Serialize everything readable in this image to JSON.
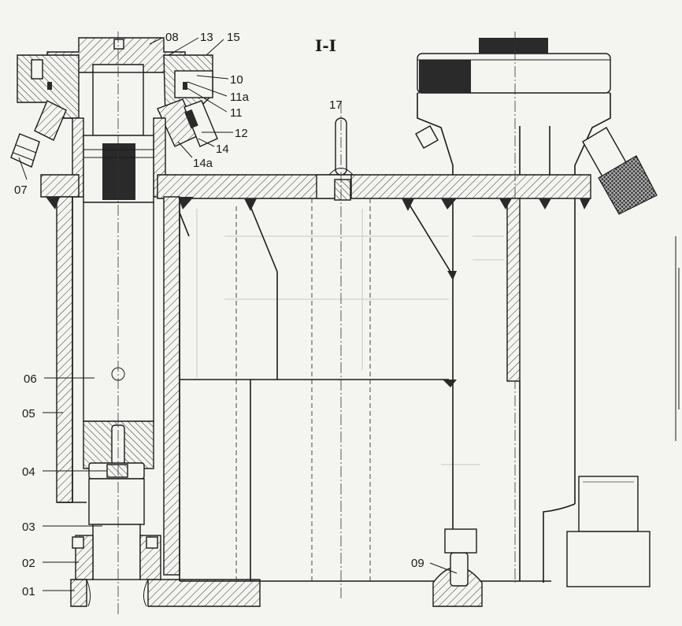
{
  "section_title": "I-I",
  "part_labels": {
    "p08": "08",
    "p13": "13",
    "p15": "15",
    "p10": "10",
    "p11a": "11a",
    "p11": "11",
    "p12": "12",
    "p14": "14",
    "p14a": "14a",
    "p07": "07",
    "p17": "17",
    "p06": "06",
    "p05": "05",
    "p04": "04",
    "p03": "03",
    "p02": "02",
    "p01": "01",
    "p09": "09"
  }
}
